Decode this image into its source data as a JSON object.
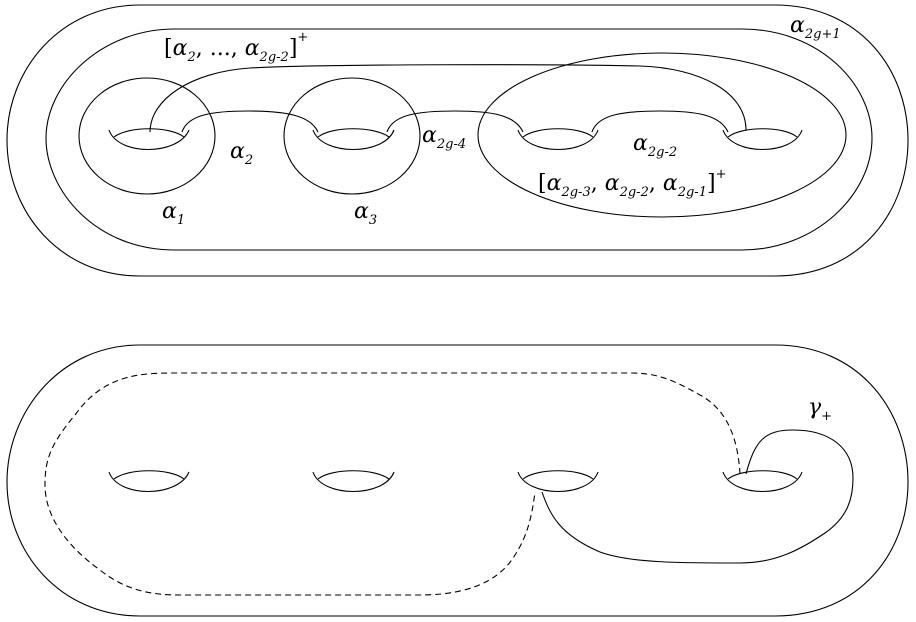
{
  "labels": {
    "alpha_1": {
      "base": "α",
      "sub": "1"
    },
    "alpha_2": {
      "base": "α",
      "sub": "2"
    },
    "alpha_3": {
      "base": "α",
      "sub": "3"
    },
    "alpha_2g_minus_4": {
      "base": "α",
      "sub": "2g-4"
    },
    "alpha_2g_minus_2": {
      "base": "α",
      "sub": "2g-2"
    },
    "alpha_2g_plus_1": {
      "base": "α",
      "sub": "2g+1"
    },
    "bracket_top": {
      "open": "[",
      "a": "α",
      "a_sub": "2",
      "sep": ", ..., ",
      "b": "α",
      "b_sub": "2g-2",
      "close": "]",
      "sup": "+"
    },
    "bracket_mid": {
      "open": "[",
      "a": "α",
      "a_sub": "2g-3",
      "sep1": ", ",
      "b": "α",
      "b_sub": "2g-2",
      "sep2": ", ",
      "c": "α",
      "c_sub": "2g-1",
      "close": "]",
      "sup": "+"
    },
    "gamma_plus": {
      "base": "γ",
      "sub": "+"
    }
  }
}
